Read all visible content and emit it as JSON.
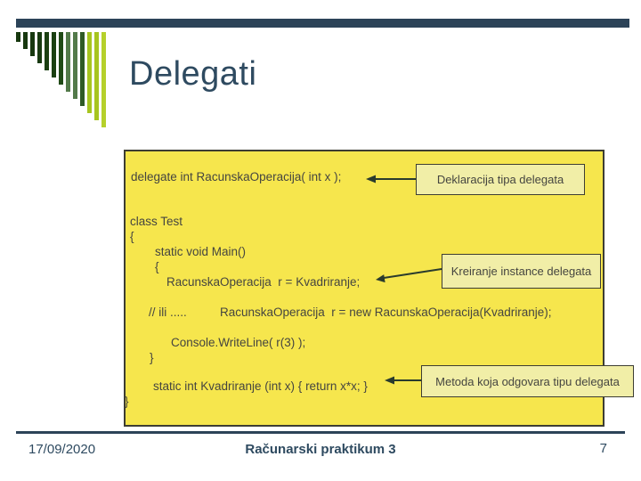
{
  "slide": {
    "title": "Delegati",
    "code": {
      "line1": "delegate int RacunskaOperacija( int x );",
      "line2": "class Test",
      "line3": "{",
      "line4": "static void Main()",
      "line5": "{",
      "line6": "RacunskaOperacija  r = Kvadriranje;",
      "line7a": "// ili .....",
      "line7b": "RacunskaOperacija  r = new RacunskaOperacija(Kvadriranje);",
      "line8": "Console.WriteLine( r(3) );",
      "line9": "}",
      "line10": "static int Kvadriranje (int x) { return x*x; }",
      "line11": "}"
    },
    "callouts": {
      "declaration": "Deklaracija tipa delegata",
      "instance": "Kreiranje instance delegata",
      "method": "Metoda koja odgovara tipu delegata"
    },
    "footer": {
      "date": "17/09/2020",
      "course": "Računarski praktikum 3",
      "page_number": "7"
    },
    "colors": {
      "navy": "#2c4358",
      "title": "#2e4a60",
      "box_fill": "#f6e64d",
      "box_border": "#3d3d33",
      "callout_fill": "#f1eea7",
      "code_text": "#454540",
      "arrow": "#2a3b2d"
    },
    "logo": {
      "bar_heights": [
        11,
        19,
        27,
        35,
        43,
        51,
        59,
        67,
        75,
        83,
        91,
        99,
        107
      ],
      "bar_colors": [
        "#17380f",
        "#17380f",
        "#17380f",
        "#183a10",
        "#1b4012",
        "#1b4012",
        "#204a16",
        "#537a4a",
        "#537a4a",
        "#2f5a26",
        "#a7c51f",
        "#a7c51f",
        "#b5d02b"
      ]
    }
  }
}
